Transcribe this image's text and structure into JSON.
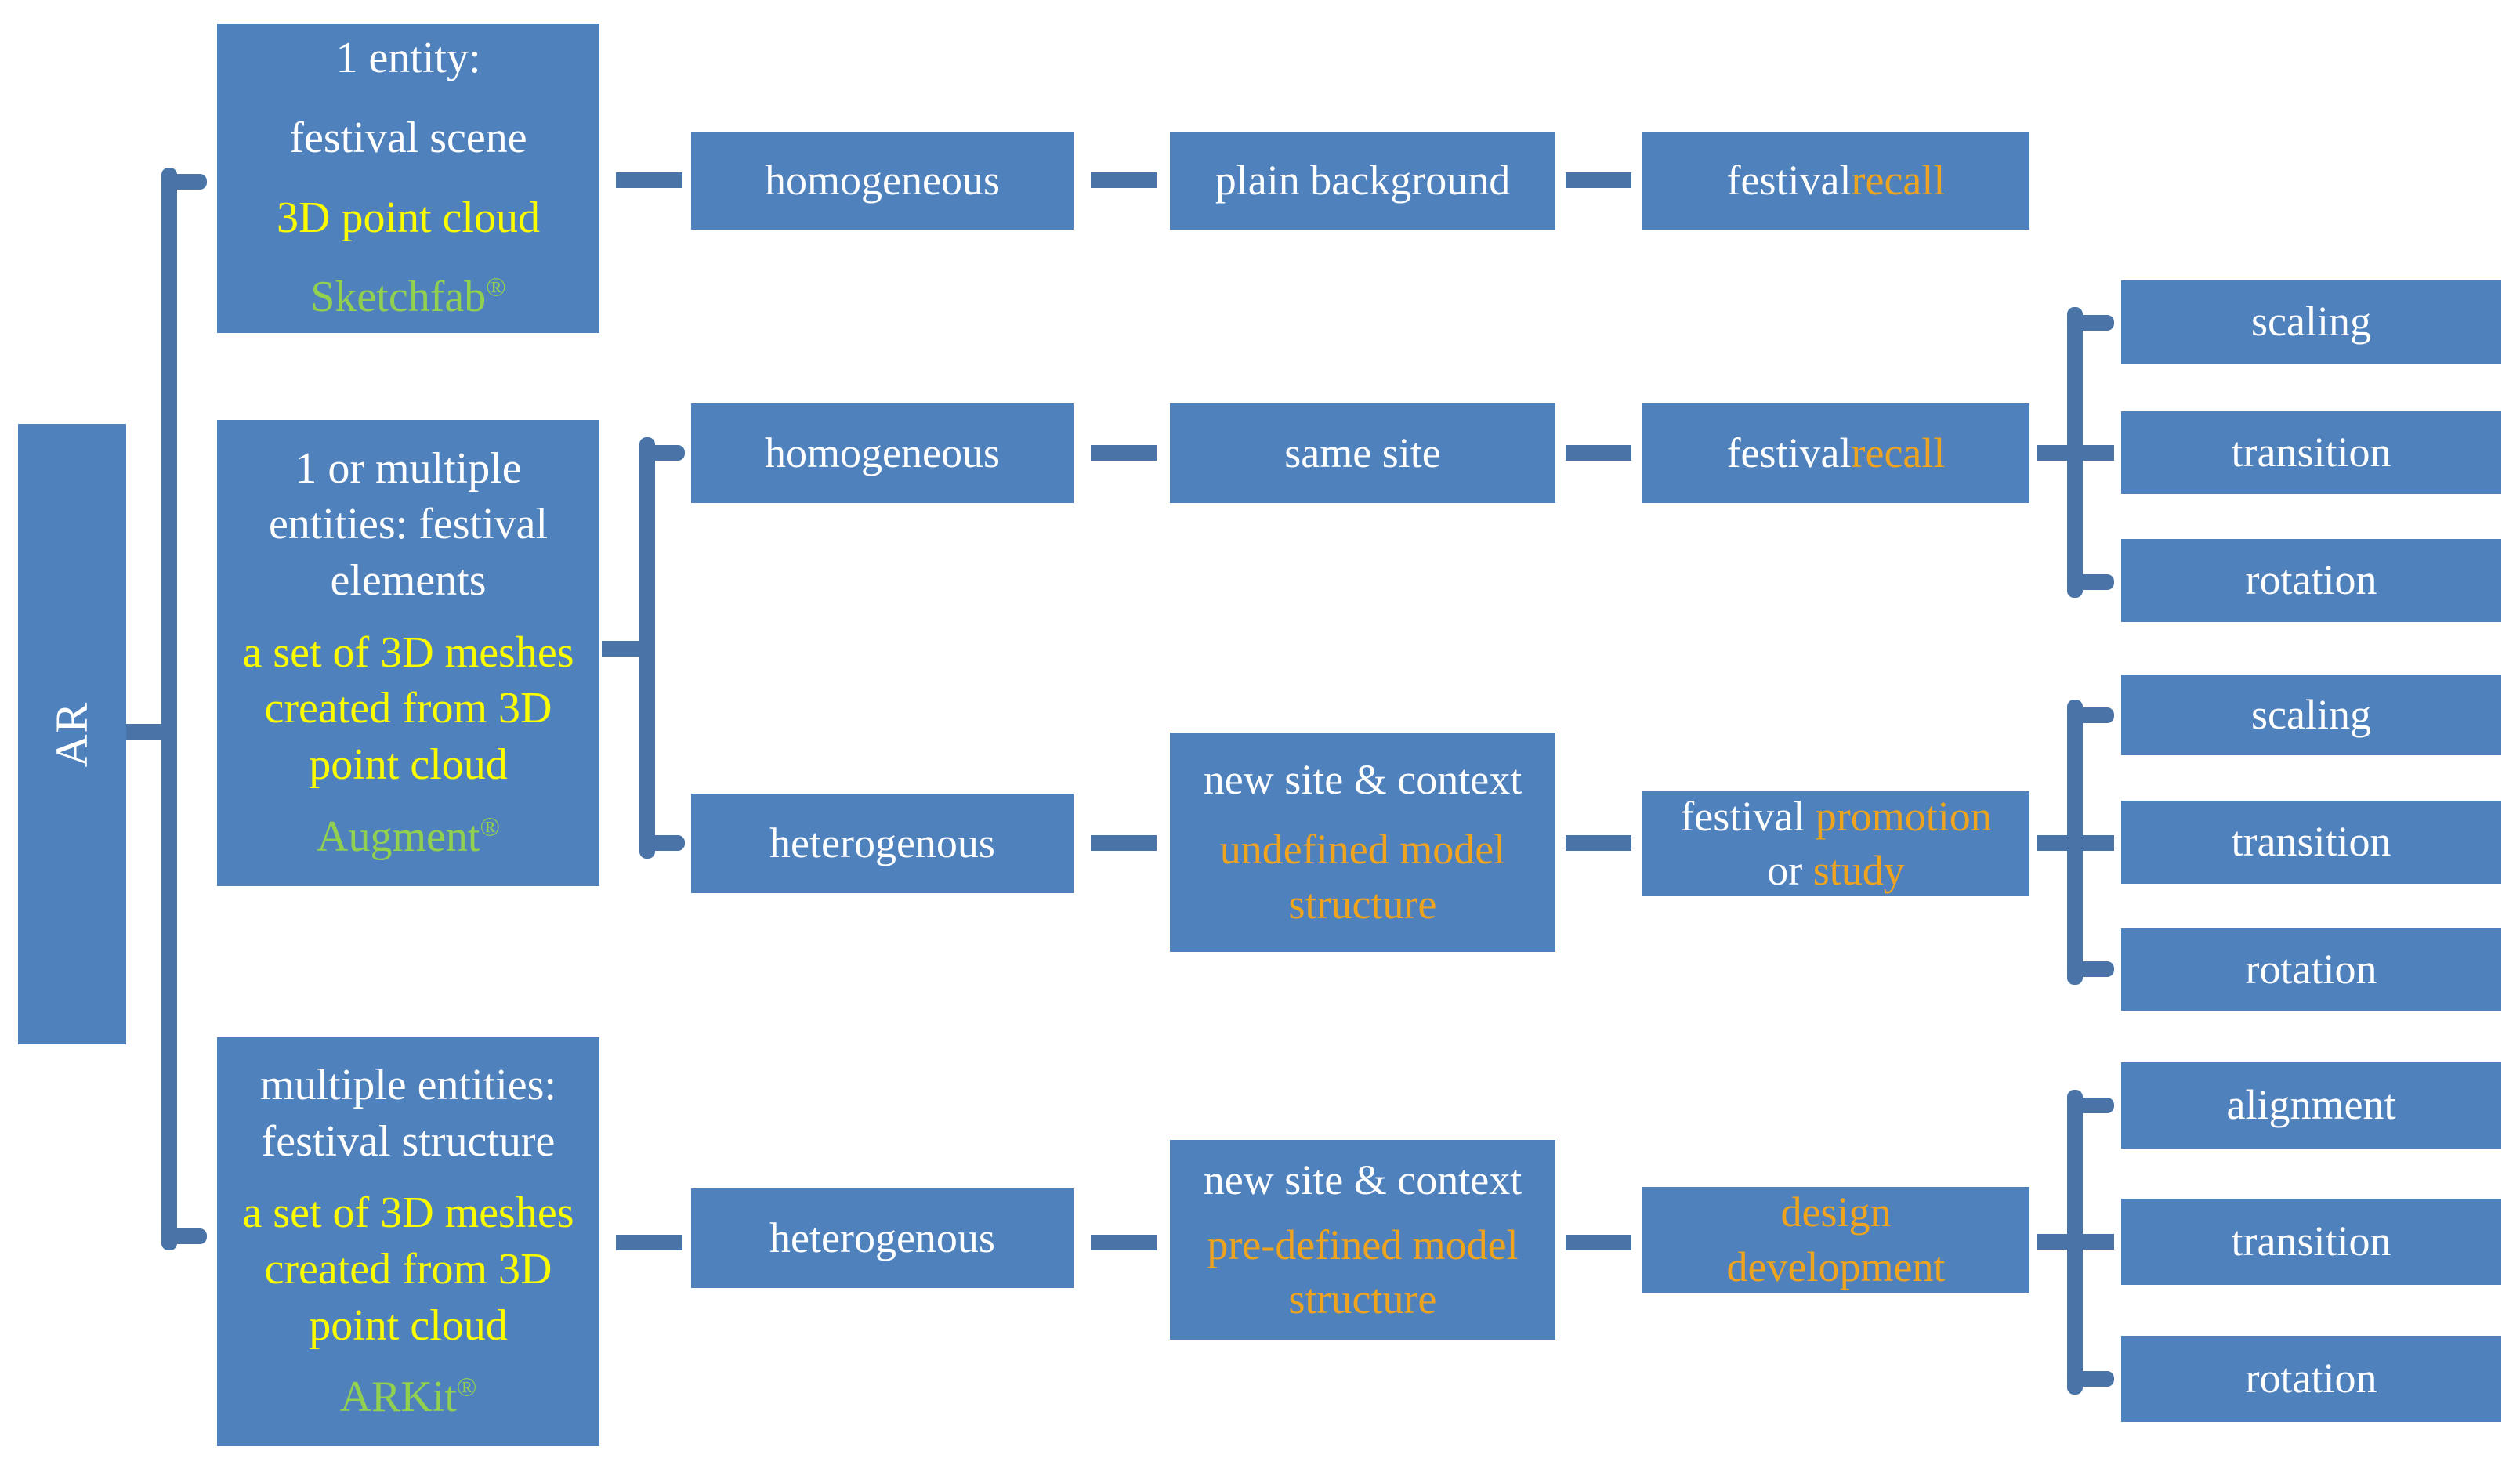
{
  "colors": {
    "box_fill": "#4f81bd",
    "connector": "#4a74a8",
    "text_white": "#ffffff",
    "text_yellow": "#fcfc00",
    "text_green": "#92d050",
    "text_orange": "#efa420",
    "background": "#ffffff"
  },
  "ar": {
    "label": "AR"
  },
  "box1": {
    "l1": "1 entity:",
    "l2": "festival scene",
    "l3": "3D point cloud",
    "brand": "Sketchfab",
    "reg": "®"
  },
  "box2": {
    "l1": "1 or multiple",
    "l2": "entities: festival",
    "l3": "elements",
    "l4": "a set of 3D meshes",
    "l5": "created from 3D",
    "l6": "point cloud",
    "brand": "Augment",
    "reg": "®"
  },
  "box3": {
    "l1": "multiple entities:",
    "l2": "festival structure",
    "l3": "a set of 3D meshes",
    "l4": "created from 3D",
    "l5": "point cloud",
    "brand": "ARKit",
    "reg": "®"
  },
  "row1": {
    "match": "homogeneous",
    "site": "plain background",
    "purpose_white": "festival ",
    "purpose_orange": "recall"
  },
  "row2": {
    "match": "homogeneous",
    "site": "same site",
    "purpose_white": "festival ",
    "purpose_orange": "recall"
  },
  "row_het": {
    "match": "heterogenous",
    "site_l1": "new site & context",
    "site_l2": "undefined model",
    "site_l3": "structure",
    "p_w1": "festival ",
    "p_o1": "promotion",
    "p_w2": "or ",
    "p_o2": "study"
  },
  "row3": {
    "match": "heterogenous",
    "site_l1": "new site & context",
    "site_l2": "pre-defined model",
    "site_l3": "structure",
    "p_l1": "design",
    "p_l2": "development"
  },
  "ops1": {
    "a": "scaling",
    "b": "transition",
    "c": "rotation"
  },
  "ops2": {
    "a": "scaling",
    "b": "transition",
    "c": "rotation"
  },
  "ops3": {
    "a": "alignment",
    "b": "transition",
    "c": "rotation"
  }
}
